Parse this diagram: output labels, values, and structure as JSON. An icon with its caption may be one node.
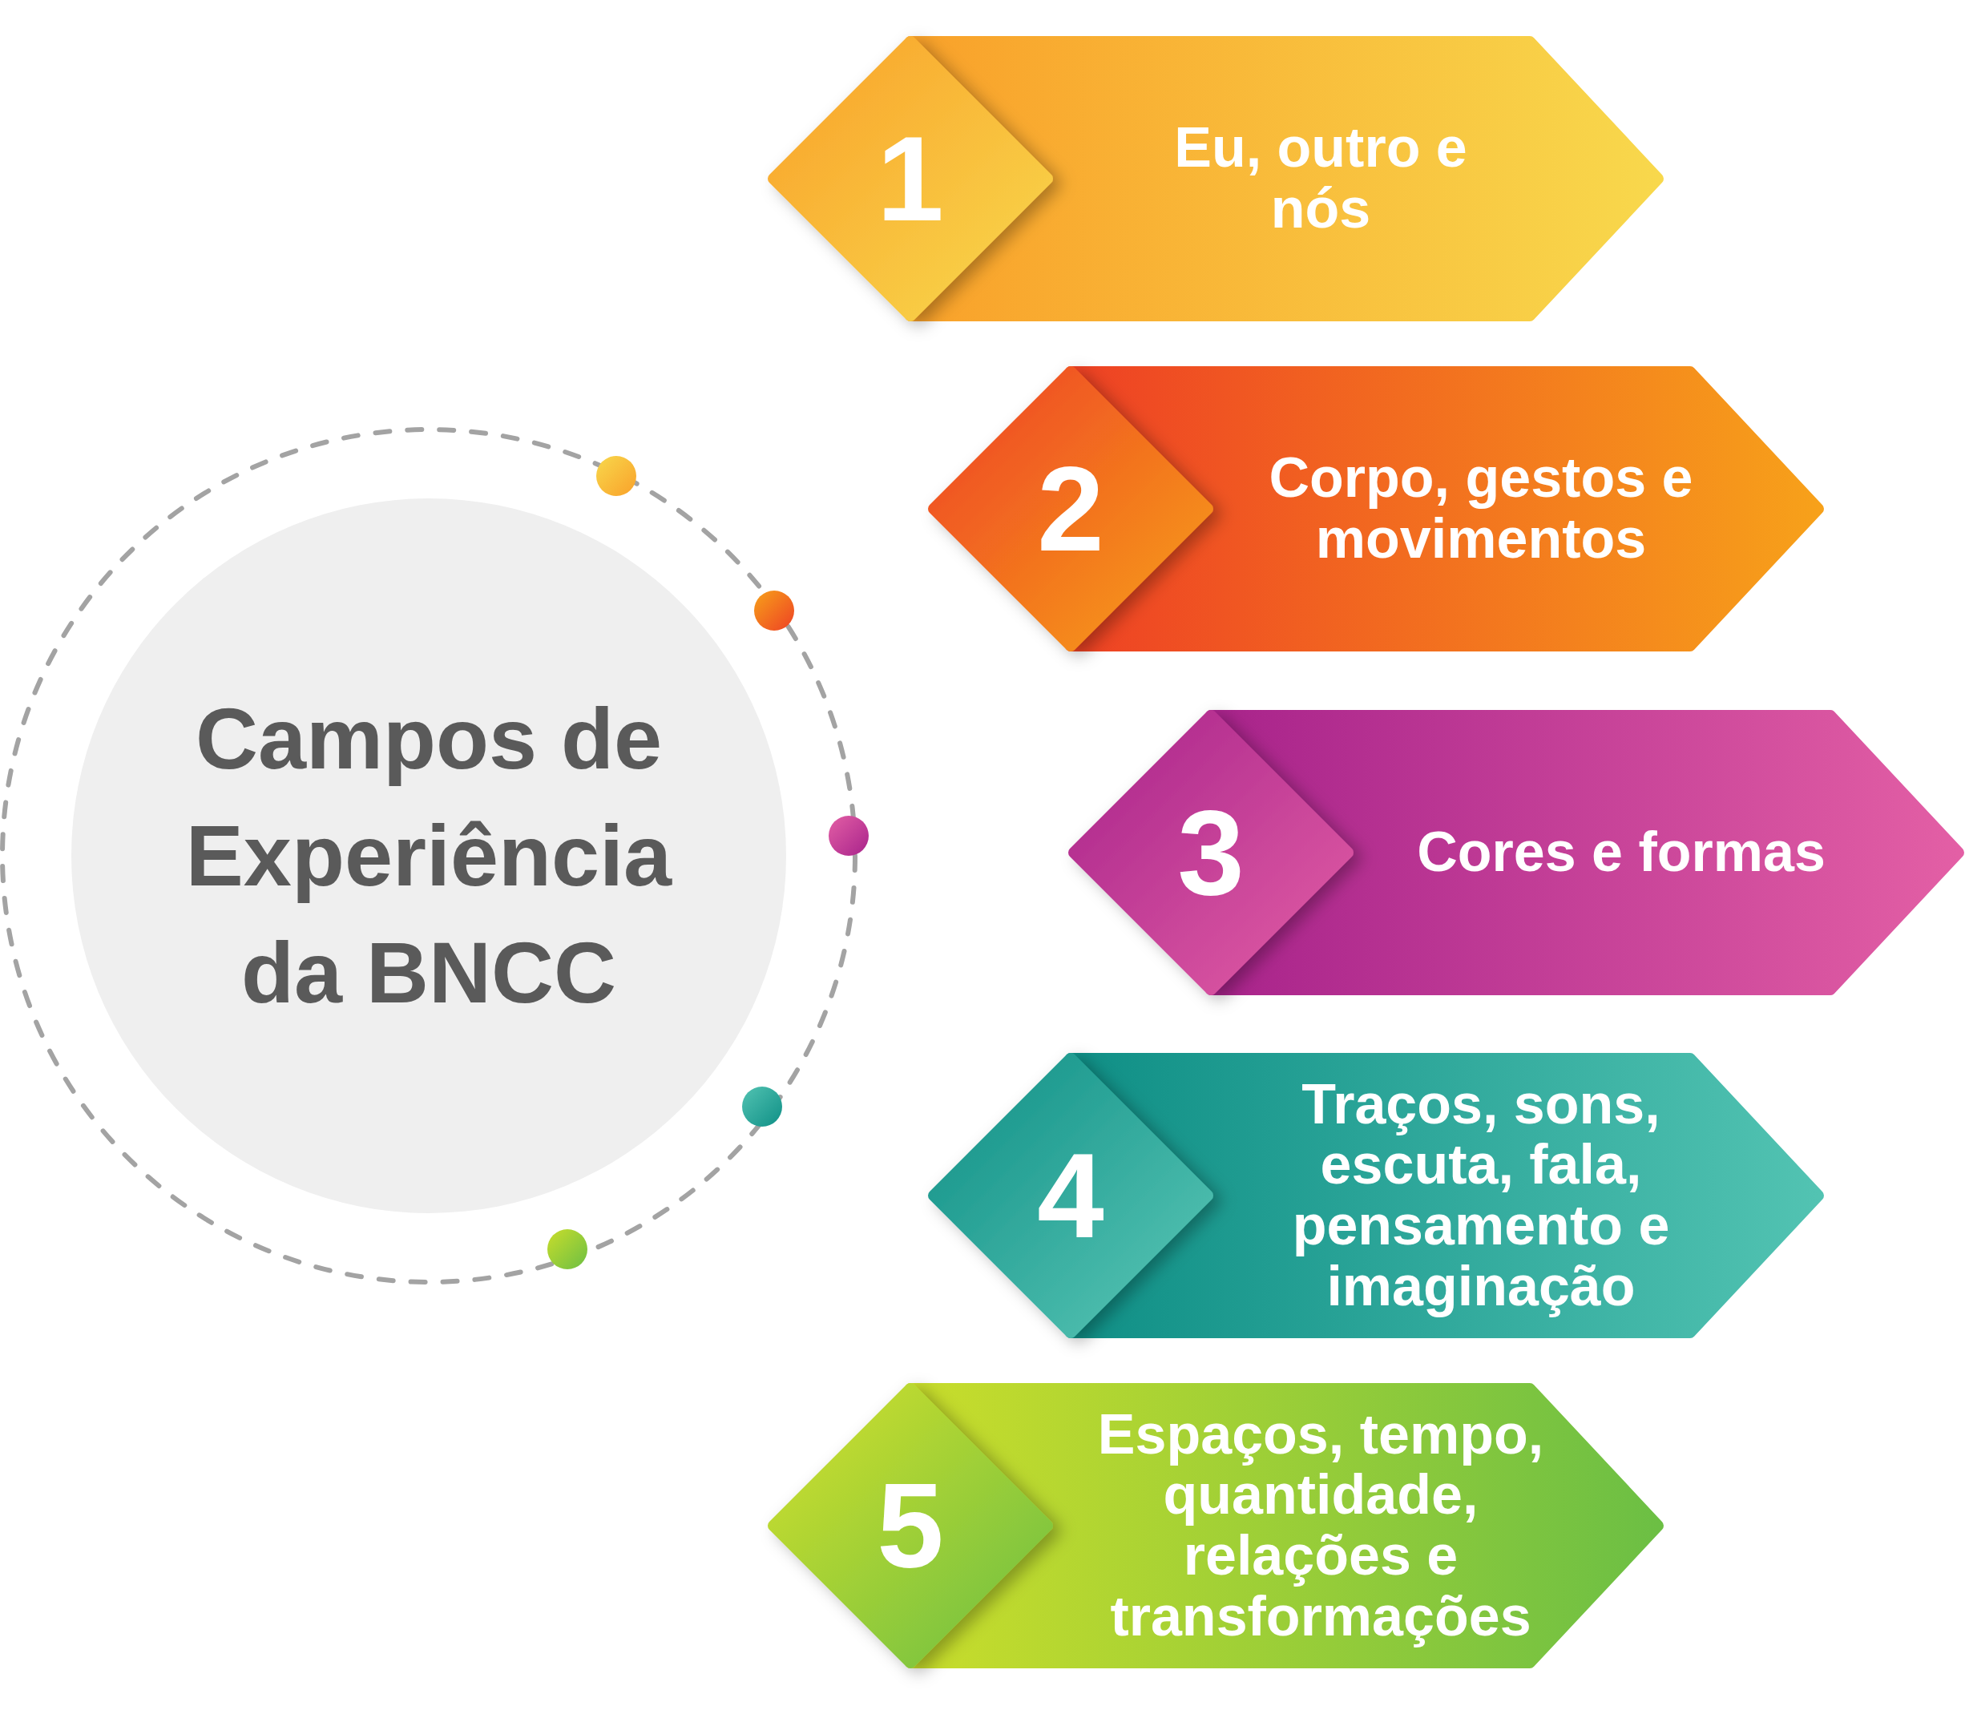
{
  "diagram": {
    "nodes": [
      {
        "text": [
          "Campos de Experiência da BNCC"
        ]
      },
      {
        "text": [
          "1",
          "Eu, outro e nós"
        ]
      },
      {
        "text": [
          "2",
          "Corpo, gestos e movimentos"
        ]
      },
      {
        "text": [
          "3",
          "Cores e formas"
        ]
      },
      {
        "text": [
          "4",
          "Traços, sons, escuta, fala, pensamento e imaginação"
        ]
      },
      {
        "text": [
          "5",
          "Espaços, tempo, quantidade, relações e transformações"
        ]
      }
    ]
  }
}
